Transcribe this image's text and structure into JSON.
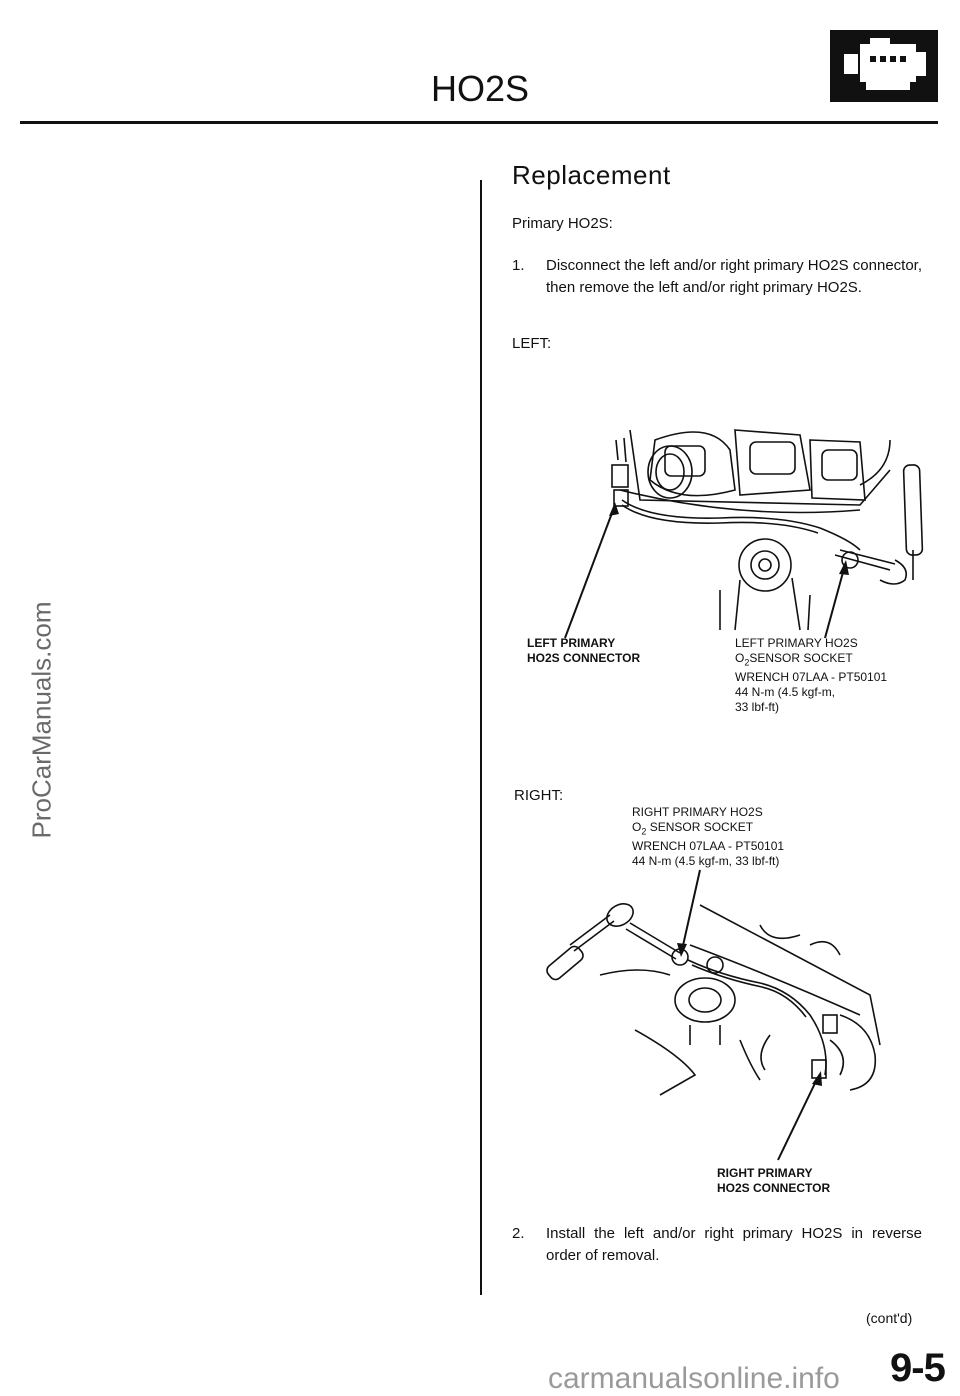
{
  "header": {
    "title": "HO2S"
  },
  "section": {
    "title": "Replacement",
    "subheading": "Primary HO2S:",
    "step1_number": "1.",
    "step1_text": "Disconnect the left and/or right primary HO2S connector, then remove the left and/or right primary HO2S.",
    "left_label": "LEFT:",
    "right_label": "RIGHT:",
    "step2_number": "2.",
    "step2_text": "Install the left and/or right primary HO2S in reverse order of removal.",
    "contd": "(cont'd)"
  },
  "figures": {
    "left": {
      "connector_line1": "LEFT PRIMARY",
      "connector_line2": "HO2S CONNECTOR",
      "socket_line1": "LEFT PRIMARY HO2S",
      "socket_line2_o": "O",
      "socket_line2_sub": "2",
      "socket_line2_rest": "SENSOR SOCKET",
      "socket_line3": "WRENCH 07LAA - PT50101",
      "socket_line4": "44 N-m (4.5 kgf-m,",
      "socket_line5": "33 lbf-ft)"
    },
    "right": {
      "socket_line1": "RIGHT PRIMARY HO2S",
      "socket_line2_o": "O",
      "socket_line2_sub": "2",
      "socket_line2_rest": " SENSOR SOCKET",
      "socket_line3": "WRENCH 07LAA - PT50101",
      "socket_line4": "44 N-m (4.5 kgf-m, 33 lbf-ft)",
      "connector_line1": "RIGHT PRIMARY",
      "connector_line2": "HO2S CONNECTOR"
    }
  },
  "footer": {
    "page_number": "9-5",
    "watermark_side": "ProCarManuals.com",
    "watermark_bottom": "carmanualsonline.info"
  }
}
